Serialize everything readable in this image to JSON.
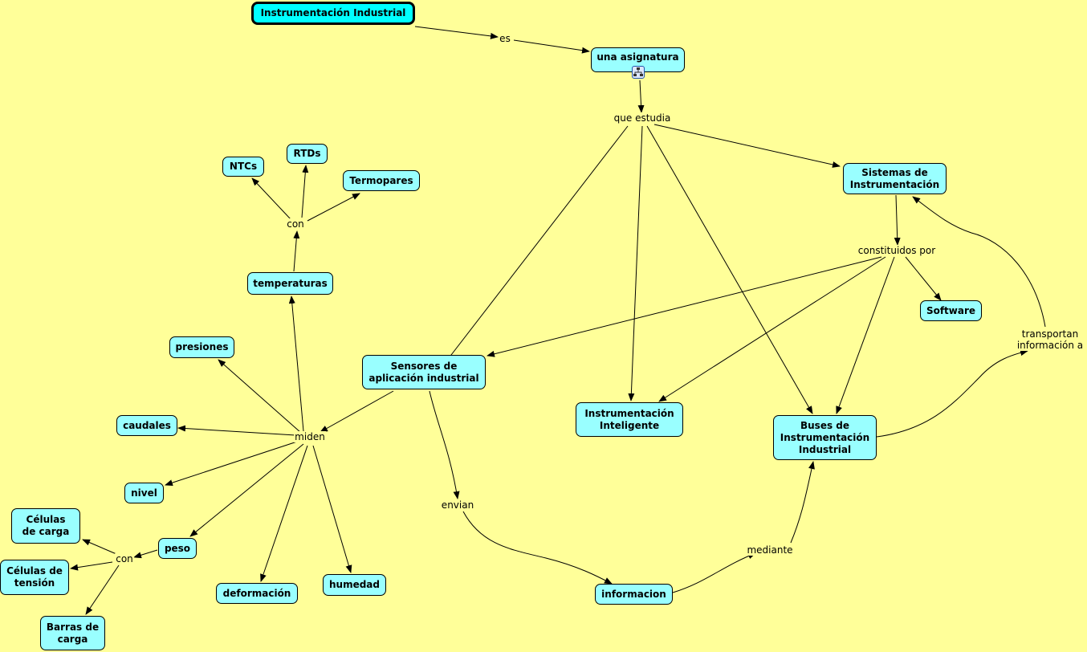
{
  "nodes": {
    "root": "Instrumentación Industrial",
    "asignatura": "una asignatura",
    "sistemas": "Sistemas de Instrumentación",
    "software": "Software",
    "sensores": "Sensores de aplicación industrial",
    "inteligente": "Instrumentación Inteligente",
    "buses": "Buses de Instrumentación Industrial",
    "informacion": "informacion",
    "temperaturas": "temperaturas",
    "ntcs": "NTCs",
    "rtds": "RTDs",
    "termopares": "Termopares",
    "presiones": "presiones",
    "caudales": "caudales",
    "nivel": "nivel",
    "peso": "peso",
    "celulas_carga": "Células de carga",
    "celulas_tension": "Células de tensión",
    "barras_carga": "Barras de carga",
    "deformacion": "deformación",
    "humedad": "humedad"
  },
  "links": {
    "es": "es",
    "que_estudia": "que estudia",
    "constituidos_por": "constituidos por",
    "transportan": "transportan información a",
    "con_temp": "con",
    "miden": "miden",
    "con_peso": "con",
    "envian": "envian",
    "mediante": "mediante"
  },
  "icons": {
    "submap": "concept-map-link-icon"
  },
  "colors": {
    "background": "#ffff99",
    "node": "#99ffff",
    "root": "#00ffff"
  }
}
